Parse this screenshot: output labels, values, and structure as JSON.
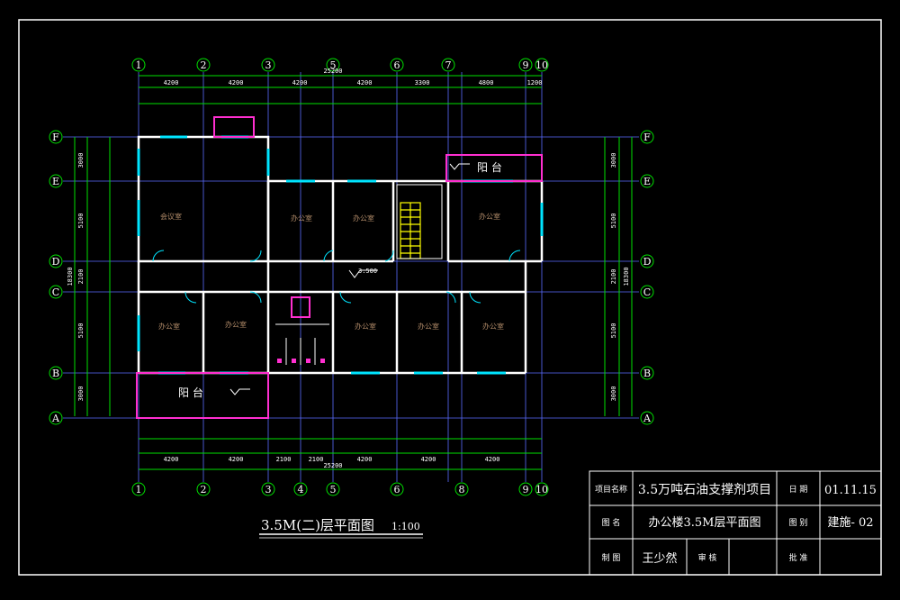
{
  "colors": {
    "background": "#000000",
    "wall": "#ffffff",
    "axis_line": "#5a6cff",
    "dimension": "#00e000",
    "window": "#00e5ff",
    "balcony": "#ff2fd0",
    "stair": "#ffff00",
    "title_block": "#ffffff"
  },
  "axes": {
    "columns": [
      "1",
      "2",
      "3",
      "4",
      "5",
      "6",
      "7",
      "8",
      "9",
      "10"
    ],
    "rows": [
      "F",
      "E",
      "D",
      "C",
      "B",
      "A"
    ]
  },
  "dimensions": {
    "top_total": "25200",
    "top_segments": [
      "4200",
      "4200",
      "4200",
      "4200",
      "3300",
      "4800",
      "1200"
    ],
    "bottom_total": "25200",
    "bottom_segments": [
      "4200",
      "4200",
      "2100",
      "2100",
      "4200",
      "4200",
      "4200"
    ],
    "left_total": "18300",
    "left_segments": [
      "3000",
      "5100",
      "2100",
      "5100",
      "3000"
    ],
    "right_total": "18300",
    "right_segments": [
      "3000",
      "5100",
      "2100",
      "5100",
      "3000"
    ],
    "corridor_level": "3.500"
  },
  "rooms": {
    "meeting_room": "会议室",
    "office": "办公室",
    "balcony_label": "阳 台"
  },
  "drawing_title": {
    "name": "3.5M(二)层平面图",
    "scale": "1:100"
  },
  "title_block": {
    "project_label": "项目名称",
    "project_value": "3.5万吨石油支撑剂项目",
    "date_label": "日 期",
    "date_value": "01.11.15",
    "drawing_label": "图 名",
    "drawing_value": "办公楼3.5M层平面图",
    "number_label": "图 别",
    "number_value": "建施- 02",
    "drawn_label": "制 图",
    "drawn_value": "王少然",
    "review_label": "审 核",
    "approve_label": "批 准"
  }
}
